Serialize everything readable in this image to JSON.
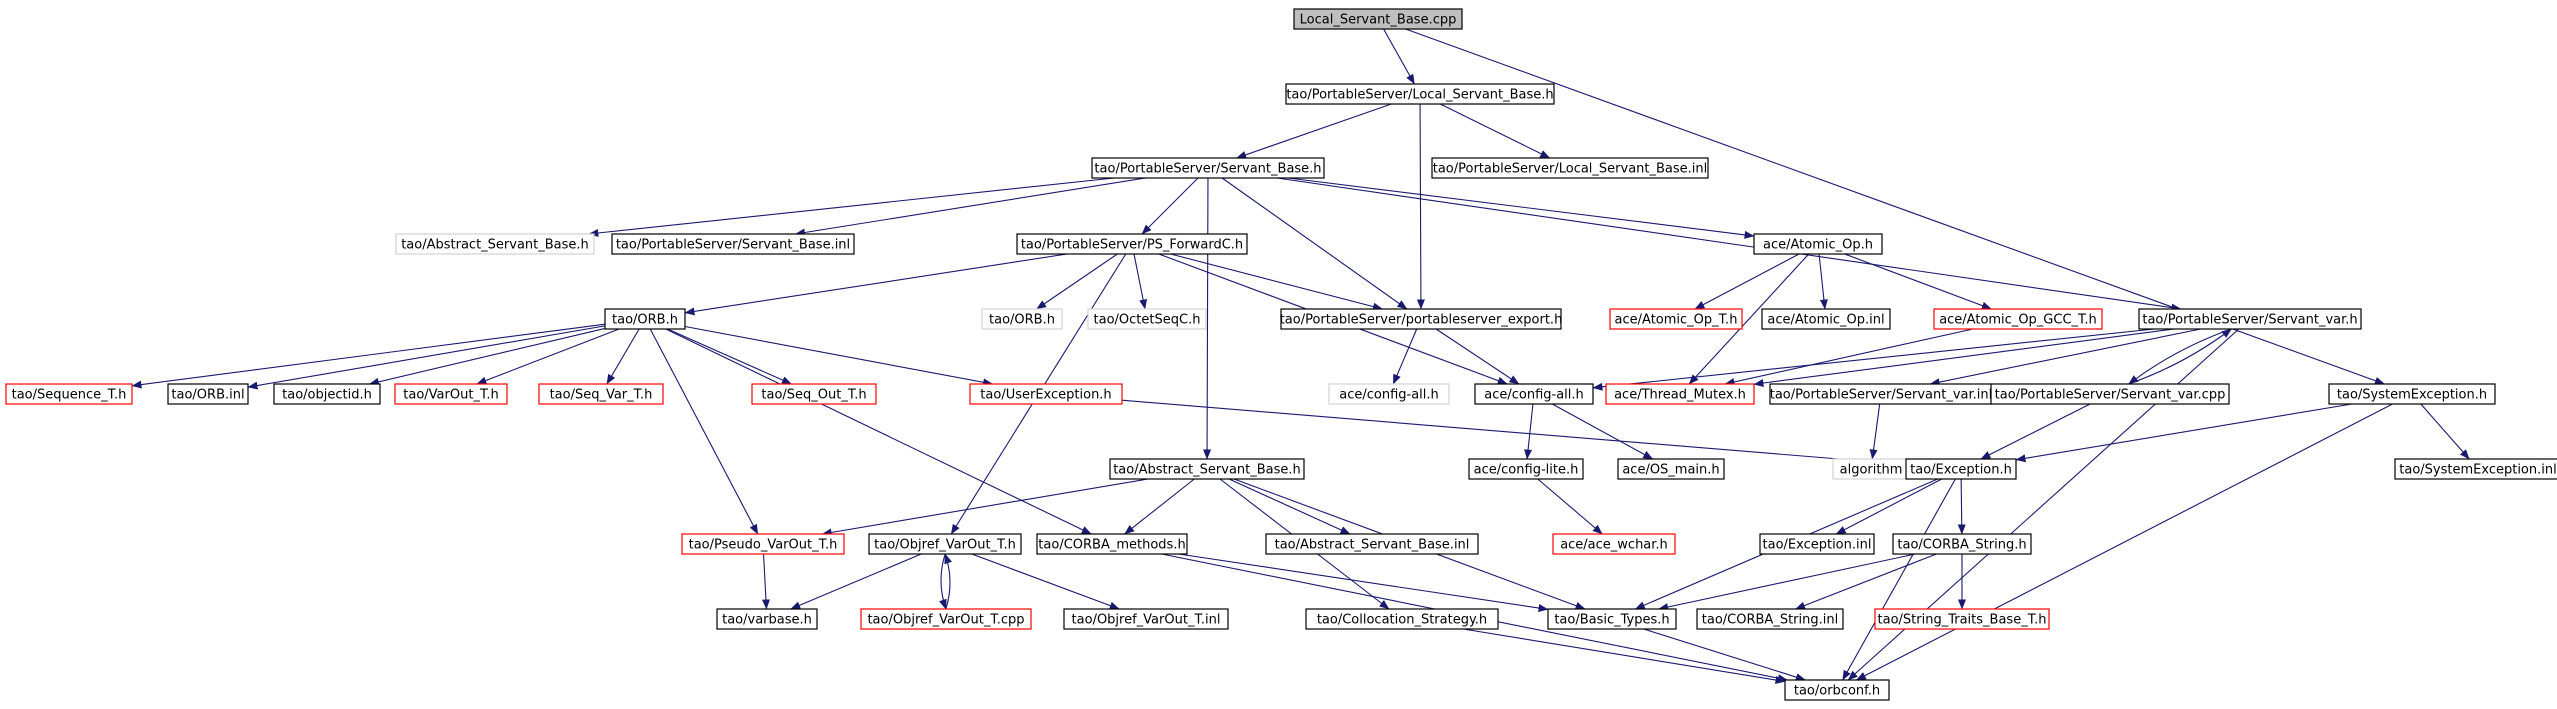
{
  "diagram": {
    "title": "",
    "colors": {
      "edge": "#191970",
      "box_default": "#000000",
      "box_missing": "#d3d3d3",
      "box_truncated": "#ff0000",
      "root_fill": "#bfbfbf",
      "fill": "#ffffff"
    },
    "nodes": [
      {
        "id": "root",
        "label": "Local_Servant_Base.cpp",
        "style": "root"
      },
      {
        "id": "lsb_h",
        "label": "tao/PortableServer/Local_Servant_Base.h",
        "style": "normal"
      },
      {
        "id": "sb_h",
        "label": "tao/PortableServer/Servant_Base.h",
        "style": "normal"
      },
      {
        "id": "lsb_inl",
        "label": "tao/PortableServer/Local_Servant_Base.inl",
        "style": "normal"
      },
      {
        "id": "sysexc_h",
        "label": "tao/SystemException.h",
        "style": "normal"
      },
      {
        "id": "abs_sb_h_top",
        "label": "tao/Abstract_Servant_Base.h",
        "style": "missing"
      },
      {
        "id": "sb_inl",
        "label": "tao/PortableServer/Servant_Base.inl",
        "style": "normal"
      },
      {
        "id": "psfwd_h",
        "label": "tao/PortableServer/PS_ForwardC.h",
        "style": "normal"
      },
      {
        "id": "atomic_h",
        "label": "ace/Atomic_Op.h",
        "style": "normal"
      },
      {
        "id": "orb_h",
        "label": "tao/ORB.h",
        "style": "normal"
      },
      {
        "id": "orb_h2",
        "label": "tao/ORB.h",
        "style": "missing"
      },
      {
        "id": "octseq_h",
        "label": "tao/OctetSeqC.h",
        "style": "missing"
      },
      {
        "id": "psexport_h",
        "label": "tao/PortableServer/portableserver_export.h",
        "style": "normal"
      },
      {
        "id": "atomic_t_h",
        "label": "ace/Atomic_Op_T.h",
        "style": "truncated"
      },
      {
        "id": "atomic_inl",
        "label": "ace/Atomic_Op.inl",
        "style": "normal"
      },
      {
        "id": "atomic_gcc_h",
        "label": "ace/Atomic_Op_GCC_T.h",
        "style": "truncated"
      },
      {
        "id": "svar_h",
        "label": "tao/PortableServer/Servant_var.h",
        "style": "normal"
      },
      {
        "id": "seq_t_h",
        "label": "tao/Sequence_T.h",
        "style": "truncated"
      },
      {
        "id": "orb_inl",
        "label": "tao/ORB.inl",
        "style": "normal"
      },
      {
        "id": "objid_h",
        "label": "tao/objectid.h",
        "style": "normal"
      },
      {
        "id": "varout_h",
        "label": "tao/VarOut_T.h",
        "style": "truncated"
      },
      {
        "id": "seqvar_h",
        "label": "tao/Seq_Var_T.h",
        "style": "truncated"
      },
      {
        "id": "seqout_h",
        "label": "tao/Seq_Out_T.h",
        "style": "truncated"
      },
      {
        "id": "userexc_h",
        "label": "tao/UserException.h",
        "style": "truncated"
      },
      {
        "id": "cfgall_missing",
        "label": "ace/config-all.h",
        "style": "missing"
      },
      {
        "id": "cfgall_h",
        "label": "ace/config-all.h",
        "style": "normal"
      },
      {
        "id": "thrmutex_h",
        "label": "ace/Thread_Mutex.h",
        "style": "truncated"
      },
      {
        "id": "svar_inl",
        "label": "tao/PortableServer/Servant_var.inl",
        "style": "normal"
      },
      {
        "id": "svar_cpp",
        "label": "tao/PortableServer/Servant_var.cpp",
        "style": "normal"
      },
      {
        "id": "sysexc_inl",
        "label": "tao/SystemException.inl",
        "style": "normal"
      },
      {
        "id": "abs_sb_h",
        "label": "tao/Abstract_Servant_Base.h",
        "style": "normal"
      },
      {
        "id": "cfglite_h",
        "label": "ace/config-lite.h",
        "style": "normal"
      },
      {
        "id": "osmain_h",
        "label": "ace/OS_main.h",
        "style": "normal"
      },
      {
        "id": "algorithm",
        "label": "algorithm",
        "style": "missing"
      },
      {
        "id": "exc_h",
        "label": "tao/Exception.h",
        "style": "normal"
      },
      {
        "id": "pseudo_h",
        "label": "tao/Pseudo_VarOut_T.h",
        "style": "truncated"
      },
      {
        "id": "objref_h",
        "label": "tao/Objref_VarOut_T.h",
        "style": "normal"
      },
      {
        "id": "corbam_h",
        "label": "tao/CORBA_methods.h",
        "style": "normal"
      },
      {
        "id": "abs_sb_inl",
        "label": "tao/Abstract_Servant_Base.inl",
        "style": "normal"
      },
      {
        "id": "acewchar_h",
        "label": "ace/ace_wchar.h",
        "style": "truncated"
      },
      {
        "id": "exc_inl",
        "label": "tao/Exception.inl",
        "style": "normal"
      },
      {
        "id": "corbastr_h",
        "label": "tao/CORBA_String.h",
        "style": "normal"
      },
      {
        "id": "varbase_h",
        "label": "tao/varbase.h",
        "style": "normal"
      },
      {
        "id": "objref_cpp",
        "label": "tao/Objref_VarOut_T.cpp",
        "style": "truncated"
      },
      {
        "id": "objref_inl",
        "label": "tao/Objref_VarOut_T.inl",
        "style": "normal"
      },
      {
        "id": "colloc_h",
        "label": "tao/Collocation_Strategy.h",
        "style": "normal"
      },
      {
        "id": "basic_h",
        "label": "tao/Basic_Types.h",
        "style": "normal"
      },
      {
        "id": "corbastr_inl",
        "label": "tao/CORBA_String.inl",
        "style": "normal"
      },
      {
        "id": "strtraits_h",
        "label": "tao/String_Traits_Base_T.h",
        "style": "truncated"
      },
      {
        "id": "orbconf_h",
        "label": "tao/orbconf.h",
        "style": "normal"
      }
    ],
    "edges": [
      [
        "root",
        "lsb_h"
      ],
      [
        "root",
        "sysexc_h"
      ],
      [
        "lsb_h",
        "sb_h"
      ],
      [
        "lsb_h",
        "lsb_inl"
      ],
      [
        "lsb_h",
        "psexport_h"
      ],
      [
        "sb_h",
        "abs_sb_h_top"
      ],
      [
        "sb_h",
        "sb_inl"
      ],
      [
        "sb_h",
        "psfwd_h"
      ],
      [
        "sb_h",
        "atomic_h"
      ],
      [
        "sb_h",
        "psexport_h"
      ],
      [
        "sb_h",
        "svar_h"
      ],
      [
        "sb_h",
        "abs_sb_h"
      ],
      [
        "psfwd_h",
        "orb_h"
      ],
      [
        "psfwd_h",
        "orb_h2"
      ],
      [
        "psfwd_h",
        "octseq_h"
      ],
      [
        "psfwd_h",
        "psexport_h"
      ],
      [
        "psfwd_h",
        "cfgall_h"
      ],
      [
        "psfwd_h",
        "objref_h"
      ],
      [
        "atomic_h",
        "atomic_t_h"
      ],
      [
        "atomic_h",
        "atomic_inl"
      ],
      [
        "atomic_h",
        "atomic_gcc_h"
      ],
      [
        "atomic_h",
        "thrmutex_h"
      ],
      [
        "atomic_gcc_h",
        "thrmutex_h"
      ],
      [
        "psexport_h",
        "cfgall_missing"
      ],
      [
        "psexport_h",
        "cfgall_h"
      ],
      [
        "orb_h",
        "seq_t_h"
      ],
      [
        "orb_h",
        "orb_inl"
      ],
      [
        "orb_h",
        "objid_h"
      ],
      [
        "orb_h",
        "varout_h"
      ],
      [
        "orb_h",
        "seqvar_h"
      ],
      [
        "orb_h",
        "seqout_h"
      ],
      [
        "orb_h",
        "userexc_h"
      ],
      [
        "orb_h",
        "pseudo_h"
      ],
      [
        "orb_h",
        "corbam_h"
      ],
      [
        "userexc_h",
        "exc_h"
      ],
      [
        "svar_h",
        "cfgall_h"
      ],
      [
        "svar_h",
        "thrmutex_h"
      ],
      [
        "svar_h",
        "svar_inl"
      ],
      [
        "svar_h",
        "svar_cpp"
      ],
      [
        "svar_h",
        "orbconf_h"
      ],
      [
        "svar_cpp",
        "svar_h"
      ],
      [
        "svar_cpp",
        "exc_h"
      ],
      [
        "svar_inl",
        "algorithm"
      ],
      [
        "cfgall_h",
        "cfglite_h"
      ],
      [
        "cfgall_h",
        "osmain_h"
      ],
      [
        "cfglite_h",
        "acewchar_h"
      ],
      [
        "sysexc_h",
        "exc_h"
      ],
      [
        "sysexc_h",
        "sysexc_inl"
      ],
      [
        "sysexc_h",
        "orbconf_h"
      ],
      [
        "abs_sb_h",
        "pseudo_h"
      ],
      [
        "abs_sb_h",
        "corbam_h"
      ],
      [
        "abs_sb_h",
        "abs_sb_inl"
      ],
      [
        "abs_sb_h",
        "colloc_h"
      ],
      [
        "abs_sb_h",
        "basic_h"
      ],
      [
        "exc_h",
        "exc_inl"
      ],
      [
        "exc_h",
        "corbastr_h"
      ],
      [
        "exc_h",
        "basic_h"
      ],
      [
        "exc_h",
        "orbconf_h"
      ],
      [
        "corbastr_h",
        "basic_h"
      ],
      [
        "corbastr_h",
        "corbastr_inl"
      ],
      [
        "corbastr_h",
        "strtraits_h"
      ],
      [
        "pseudo_h",
        "varbase_h"
      ],
      [
        "objref_h",
        "varbase_h"
      ],
      [
        "objref_h",
        "objref_cpp"
      ],
      [
        "objref_h",
        "objref_inl"
      ],
      [
        "objref_cpp",
        "objref_h"
      ],
      [
        "corbam_h",
        "basic_h"
      ],
      [
        "corbam_h",
        "orbconf_h"
      ],
      [
        "colloc_h",
        "orbconf_h"
      ],
      [
        "basic_h",
        "orbconf_h"
      ]
    ]
  }
}
